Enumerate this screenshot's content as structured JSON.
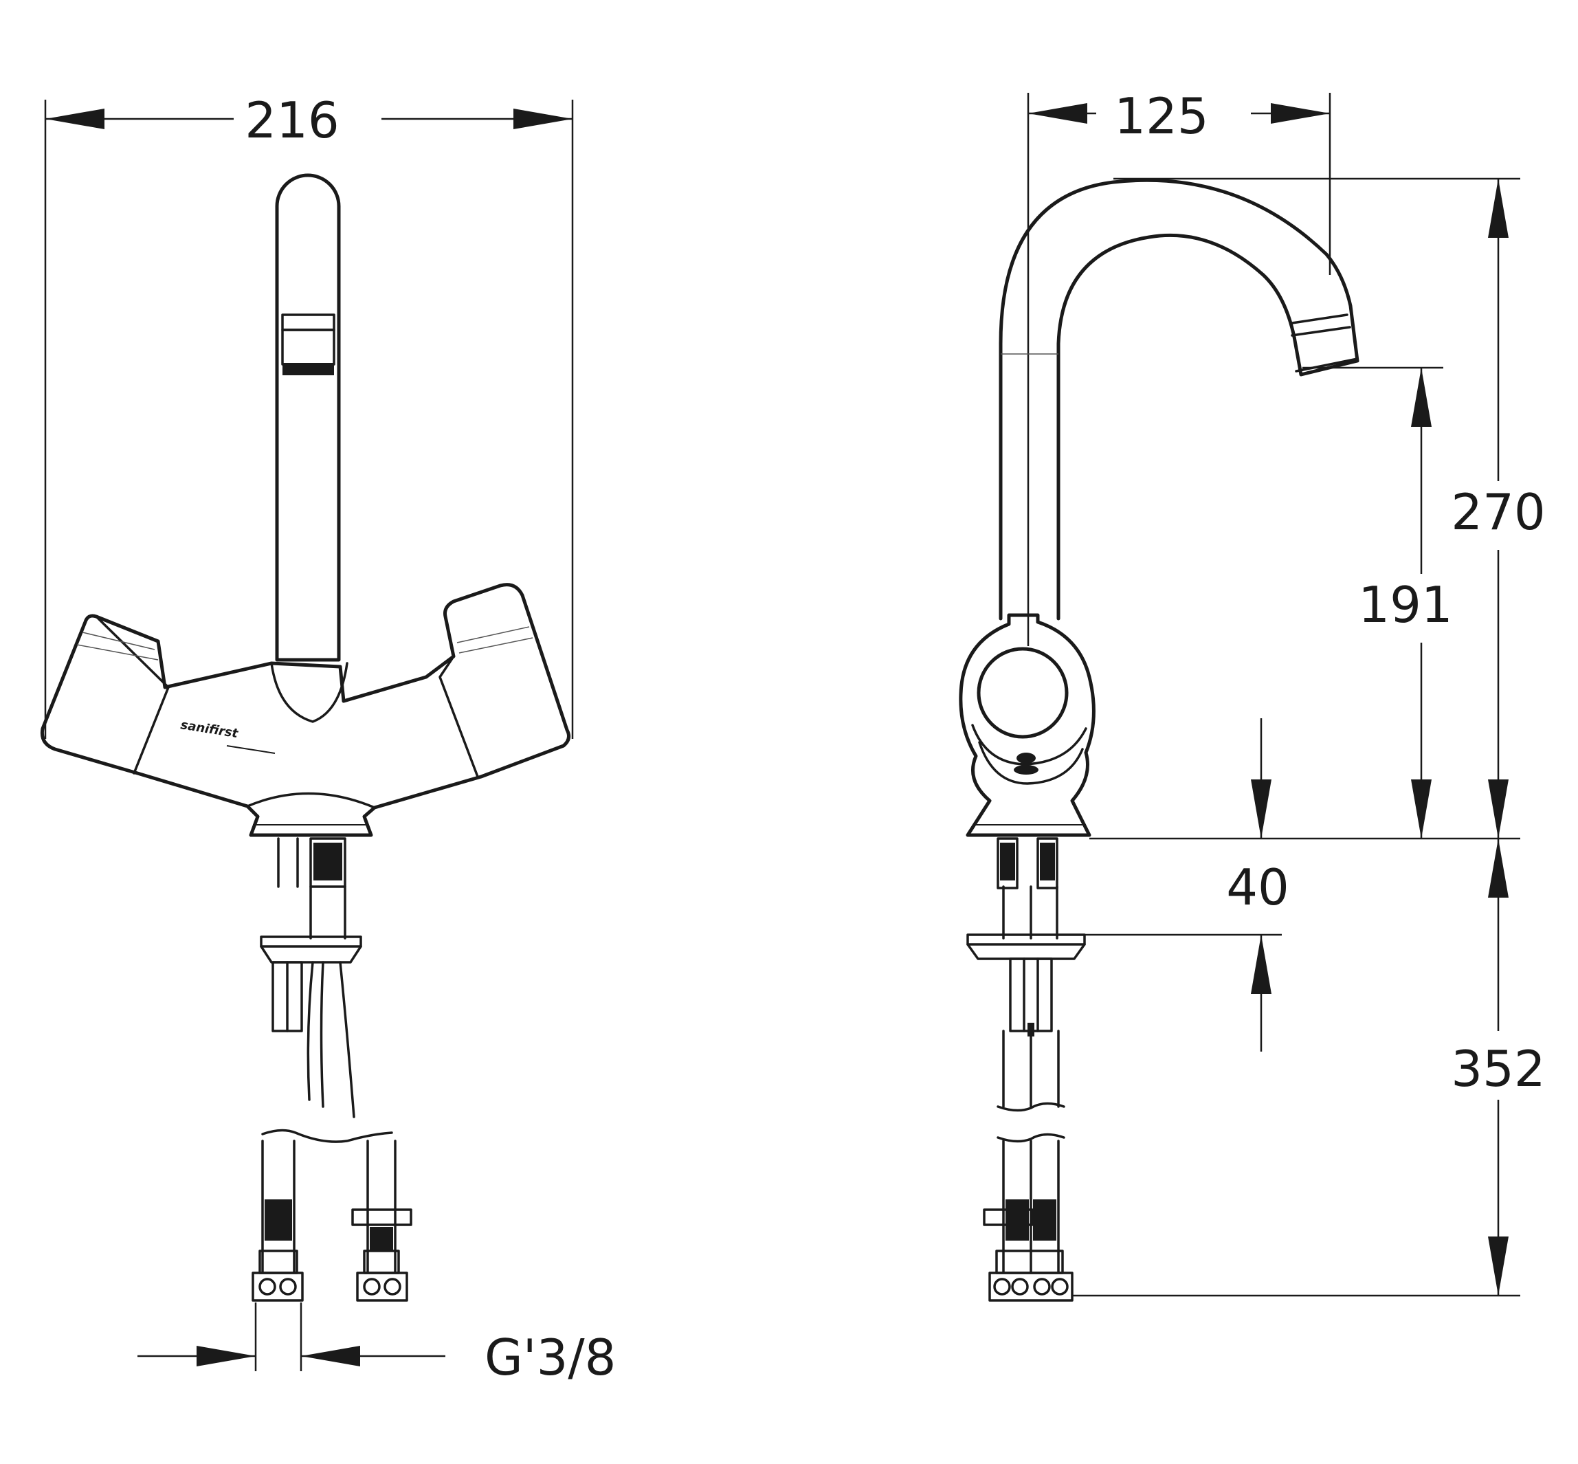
{
  "drawing": {
    "brand_mark": "sanifirst",
    "front_view": {
      "width_label": "216",
      "thread_label": "G'3/8"
    },
    "side_view": {
      "reach_label": "125",
      "total_height_label": "270",
      "spout_height_label": "191",
      "mount_thickness_label": "40",
      "hose_length_label": "352"
    }
  }
}
